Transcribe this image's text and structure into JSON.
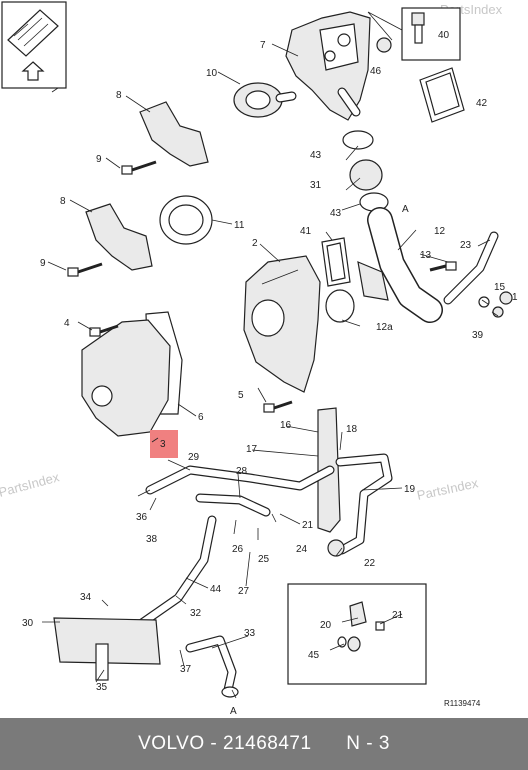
{
  "diagram": {
    "watermark": "PartsIndex",
    "reference_code": "R1139474",
    "section_marker": "A",
    "callouts": [
      "1",
      "2",
      "3",
      "4",
      "5",
      "6",
      "7",
      "8",
      "8",
      "9",
      "9",
      "10",
      "11",
      "12",
      "12a",
      "13",
      "15",
      "16",
      "17",
      "18",
      "19",
      "20",
      "21",
      "21",
      "22",
      "23",
      "24",
      "25",
      "26",
      "27",
      "28",
      "29",
      "30",
      "31",
      "32",
      "33",
      "34",
      "35",
      "36",
      "37",
      "38",
      "39",
      "40",
      "41",
      "42",
      "43",
      "43",
      "44",
      "45",
      "46"
    ],
    "highlighted_callout": "3",
    "highlight_color": "#f08080"
  },
  "footer": {
    "brand": "VOLVO",
    "part_number": "21468471",
    "position": "N - 3",
    "separator": "-",
    "background_color": "#7a7a7a"
  }
}
